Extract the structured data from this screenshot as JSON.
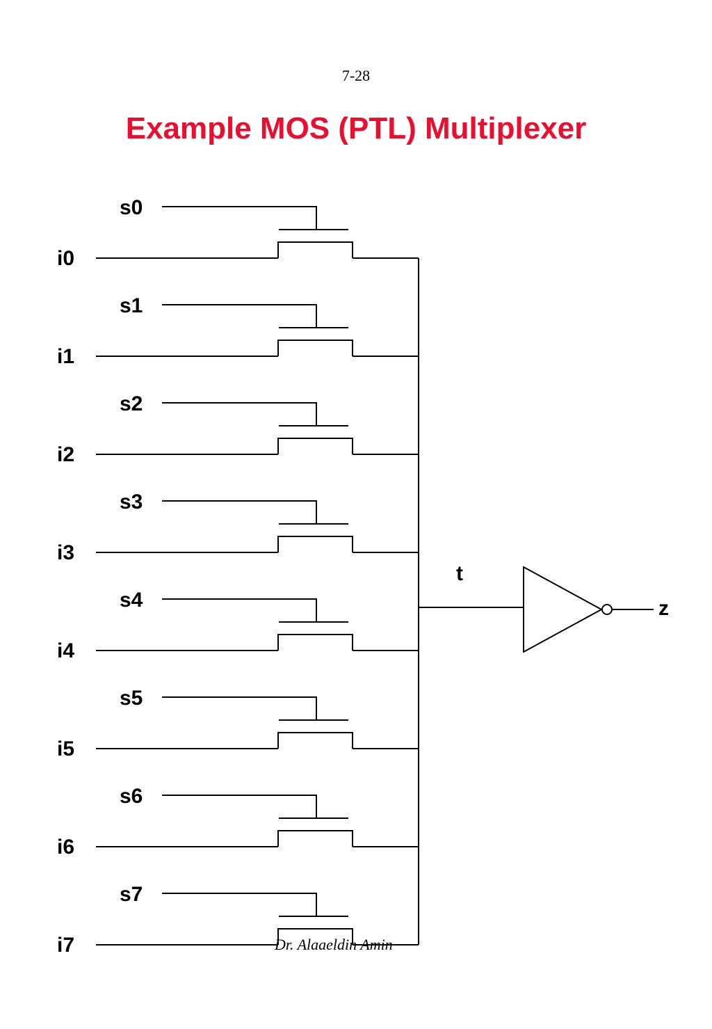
{
  "page_number": "7-28",
  "title": "Example MOS (PTL) Multiplexer",
  "author": "Dr. Alaaeldin Amin",
  "diagram": {
    "stages": [
      {
        "select": "s0",
        "input": "i0"
      },
      {
        "select": "s1",
        "input": "i1"
      },
      {
        "select": "s2",
        "input": "i2"
      },
      {
        "select": "s3",
        "input": "i3"
      },
      {
        "select": "s4",
        "input": "i4"
      },
      {
        "select": "s5",
        "input": "i5"
      },
      {
        "select": "s6",
        "input": "i6"
      },
      {
        "select": "s7",
        "input": "i7"
      }
    ],
    "internal_node": "t",
    "output": "z"
  }
}
